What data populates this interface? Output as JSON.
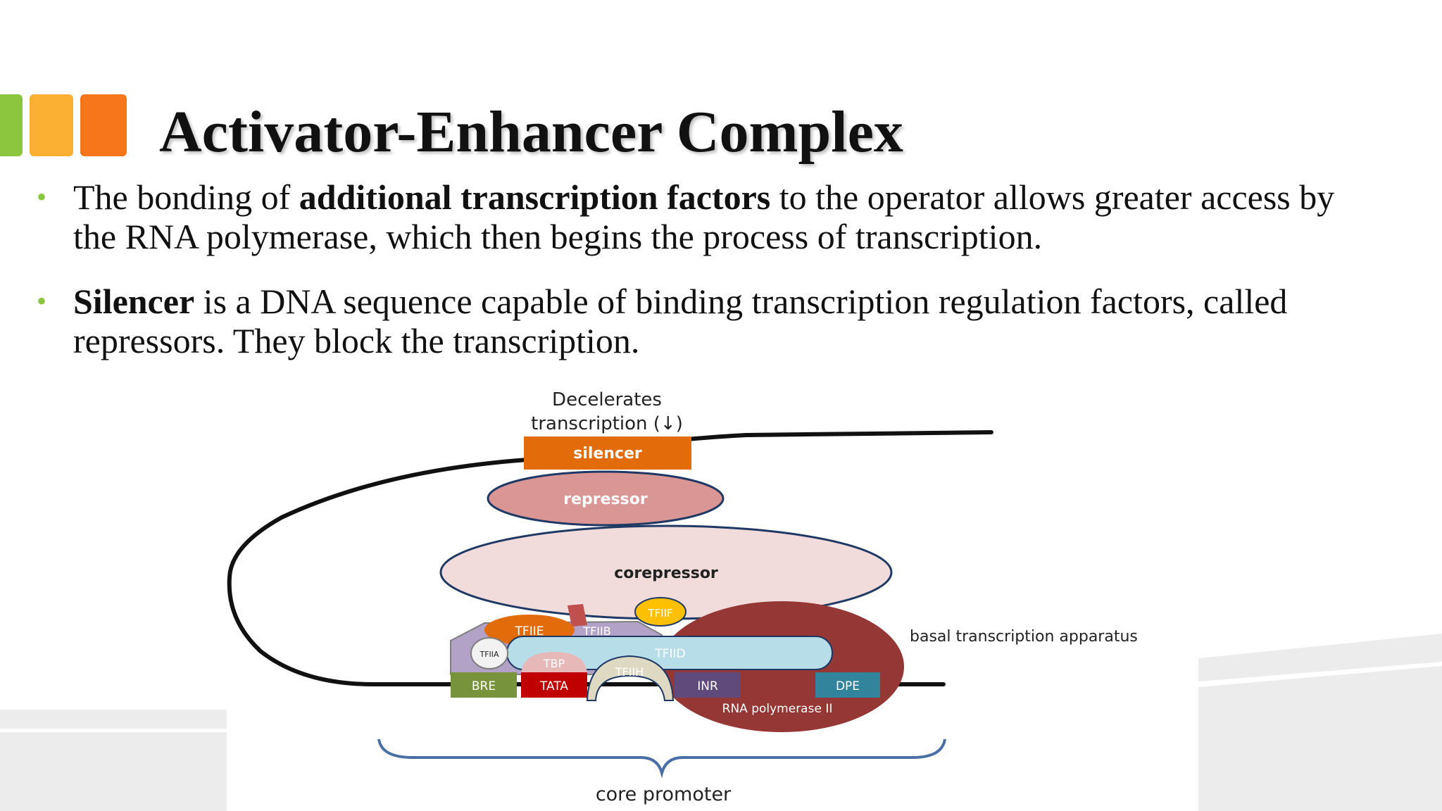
{
  "slide": {
    "title": "Activator-Enhancer Complex",
    "bullets": [
      {
        "pre": "The bonding of ",
        "bold": "additional transcription factors",
        "post": " to the operator allows greater access by the RNA polymerase, which then begins the process of transcription."
      },
      {
        "pre": "",
        "bold": "Silencer",
        "post": " is a DNA sequence capable of binding transcription regulation factors, called repressors. They block the transcription."
      }
    ]
  },
  "diagram": {
    "top_label_line1": "Decelerates",
    "top_label_line2": "transcription (↓)",
    "silencer": "silencer",
    "repressor": "repressor",
    "corepressor": "corepressor",
    "tfiif": "TFIIF",
    "tfiie": "TFIIE",
    "tfiib": "TFIIB",
    "tfiia": "TFIIA",
    "tbp": "TBP",
    "tfiid": "TFIID",
    "tfiih": "TFIIH",
    "bre": "BRE",
    "tata": "TATA",
    "inr": "INR",
    "dpe": "DPE",
    "rna_pol": "RNA polymerase II",
    "basal": "basal transcription apparatus",
    "core_promoter": "core promoter"
  },
  "colors": {
    "accent_green": "#8cc63f",
    "accent_yellow": "#fbb034",
    "accent_orange": "#f7761b",
    "silencer": "#e36c0a",
    "repressor": "#d99694",
    "corepressor": "#f2dcdb",
    "rna_polymerase": "#953735",
    "tfiid": "#b7dee8",
    "tfiib": "#b3a2c7",
    "tfiie": "#e36c0a",
    "tfiif": "#ffc000",
    "tfiih": "#ddd9c3",
    "tbp": "#e6b9b8",
    "bre": "#77933c",
    "tata": "#c00000",
    "inr": "#604a7b",
    "dpe": "#31849b"
  }
}
